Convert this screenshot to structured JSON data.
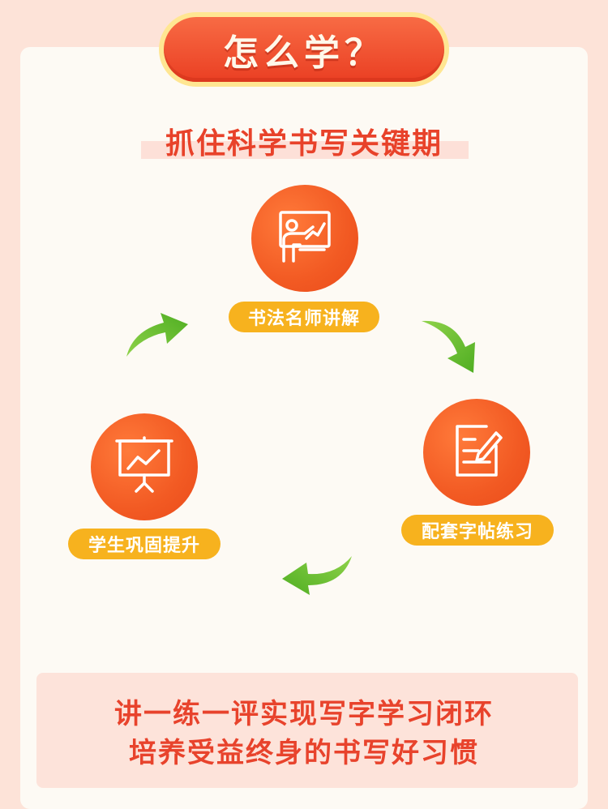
{
  "title": "怎么学？",
  "subtitle": "抓住科学书写关键期",
  "steps": [
    {
      "label": "书法名师讲解",
      "icon": "teacher-board-icon"
    },
    {
      "label": "配套字帖练习",
      "icon": "notepad-pencil-icon"
    },
    {
      "label": "学生巩固提升",
      "icon": "presentation-chart-icon"
    }
  ],
  "bottom": {
    "line1": "讲一练一评实现写字学习闭环",
    "line2": "培养受益终身的书写好习惯"
  },
  "colors": {
    "accent": "#e8422a",
    "circle": "#f25a23",
    "label_bg": "#f7b21e",
    "arrow": "#6cc233",
    "background": "#fde3d8",
    "card": "#fdfaf4"
  }
}
